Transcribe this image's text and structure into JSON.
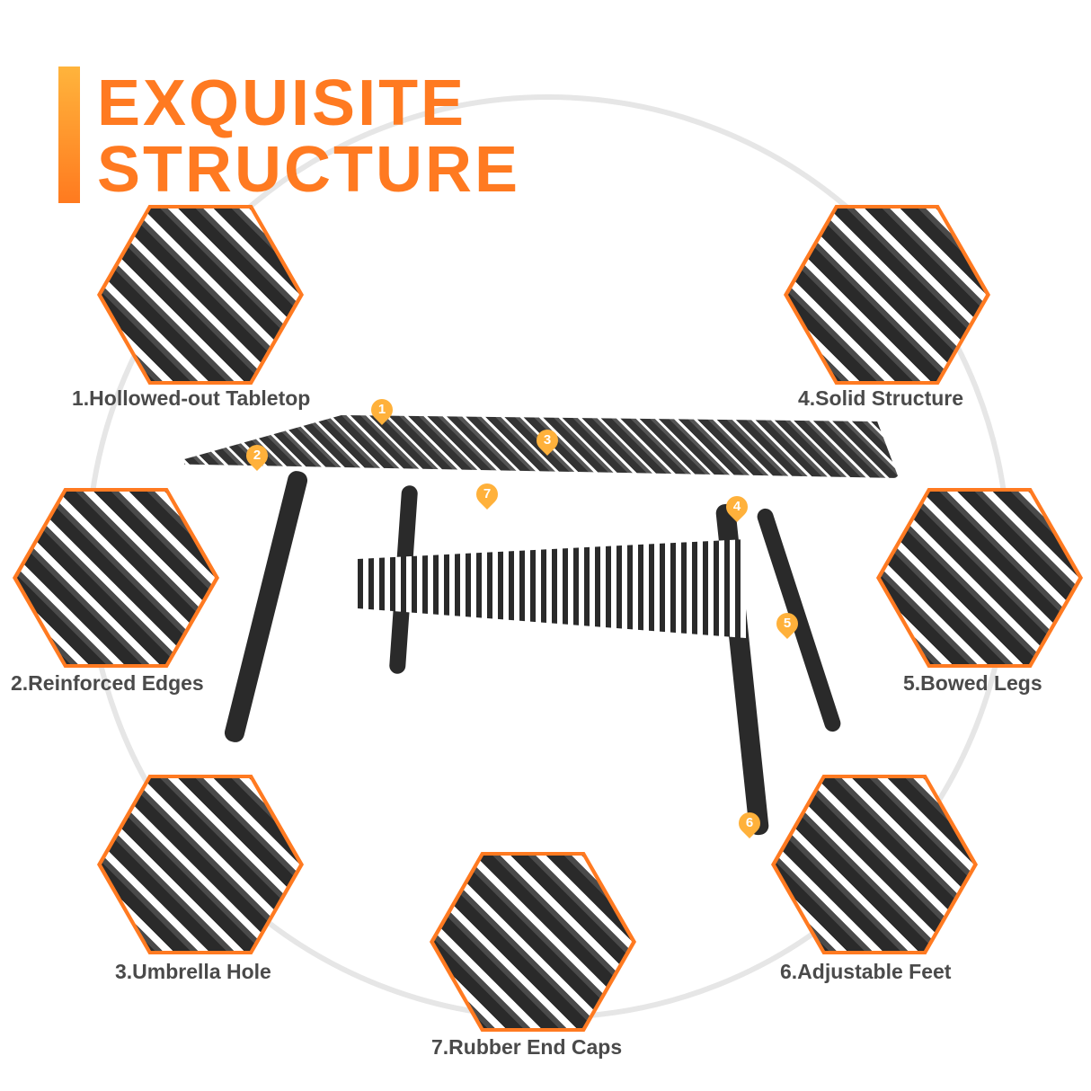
{
  "title": {
    "line1": "EXQUISITE",
    "line2": "STRUCTURE"
  },
  "colors": {
    "accent": "#ff7a21",
    "label_text": "#4a4a4a",
    "pin": "#ffb13b",
    "metal": "#2a2a2a"
  },
  "features": [
    {
      "number": "1",
      "label": "1.Hollowed-out Tabletop"
    },
    {
      "number": "2",
      "label": "2.Reinforced Edges"
    },
    {
      "number": "3",
      "label": "3.Umbrella Hole"
    },
    {
      "number": "4",
      "label": "4.Solid Structure"
    },
    {
      "number": "5",
      "label": "5.Bowed Legs"
    },
    {
      "number": "6",
      "label": "6.Adjustable Feet"
    },
    {
      "number": "7",
      "label": "7.Rubber End Caps"
    }
  ]
}
